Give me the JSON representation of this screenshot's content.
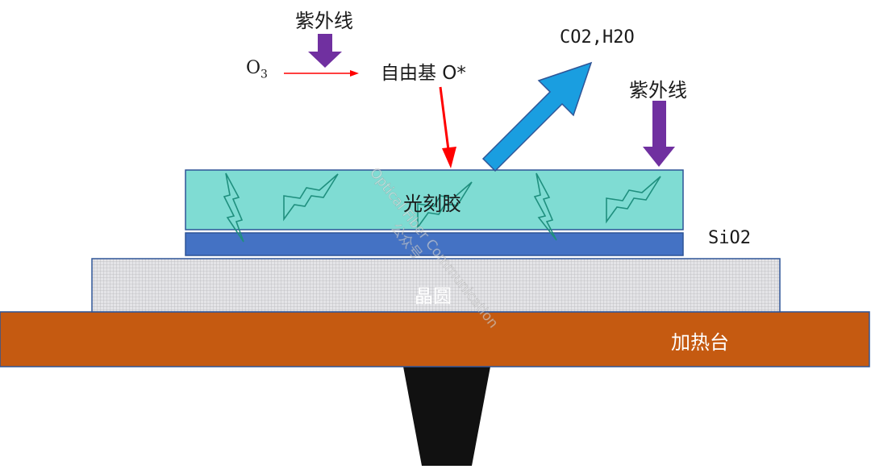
{
  "labels": {
    "uv_left": "紫外线",
    "uv_right": "紫外线",
    "ozone_base": "O",
    "ozone_sub": "3",
    "radical": "自由基 O*",
    "products": "CO2,H2O",
    "photoresist": "光刻胶",
    "sio2": "SiO2",
    "wafer": "晶圆",
    "heater": "加热台"
  },
  "watermark": {
    "line1": "Optical Fiber Communication",
    "line2": "公众号"
  },
  "colors": {
    "photoresist": "#7fdcd3",
    "sio2": "#4472c4",
    "wafer": "#d6d6d9",
    "heater": "#c55a11",
    "uv_arrow": "#7030a0",
    "radical_arrow": "#ff0000",
    "product_arrow": "#1a9ee0",
    "chuck": "#111111"
  }
}
